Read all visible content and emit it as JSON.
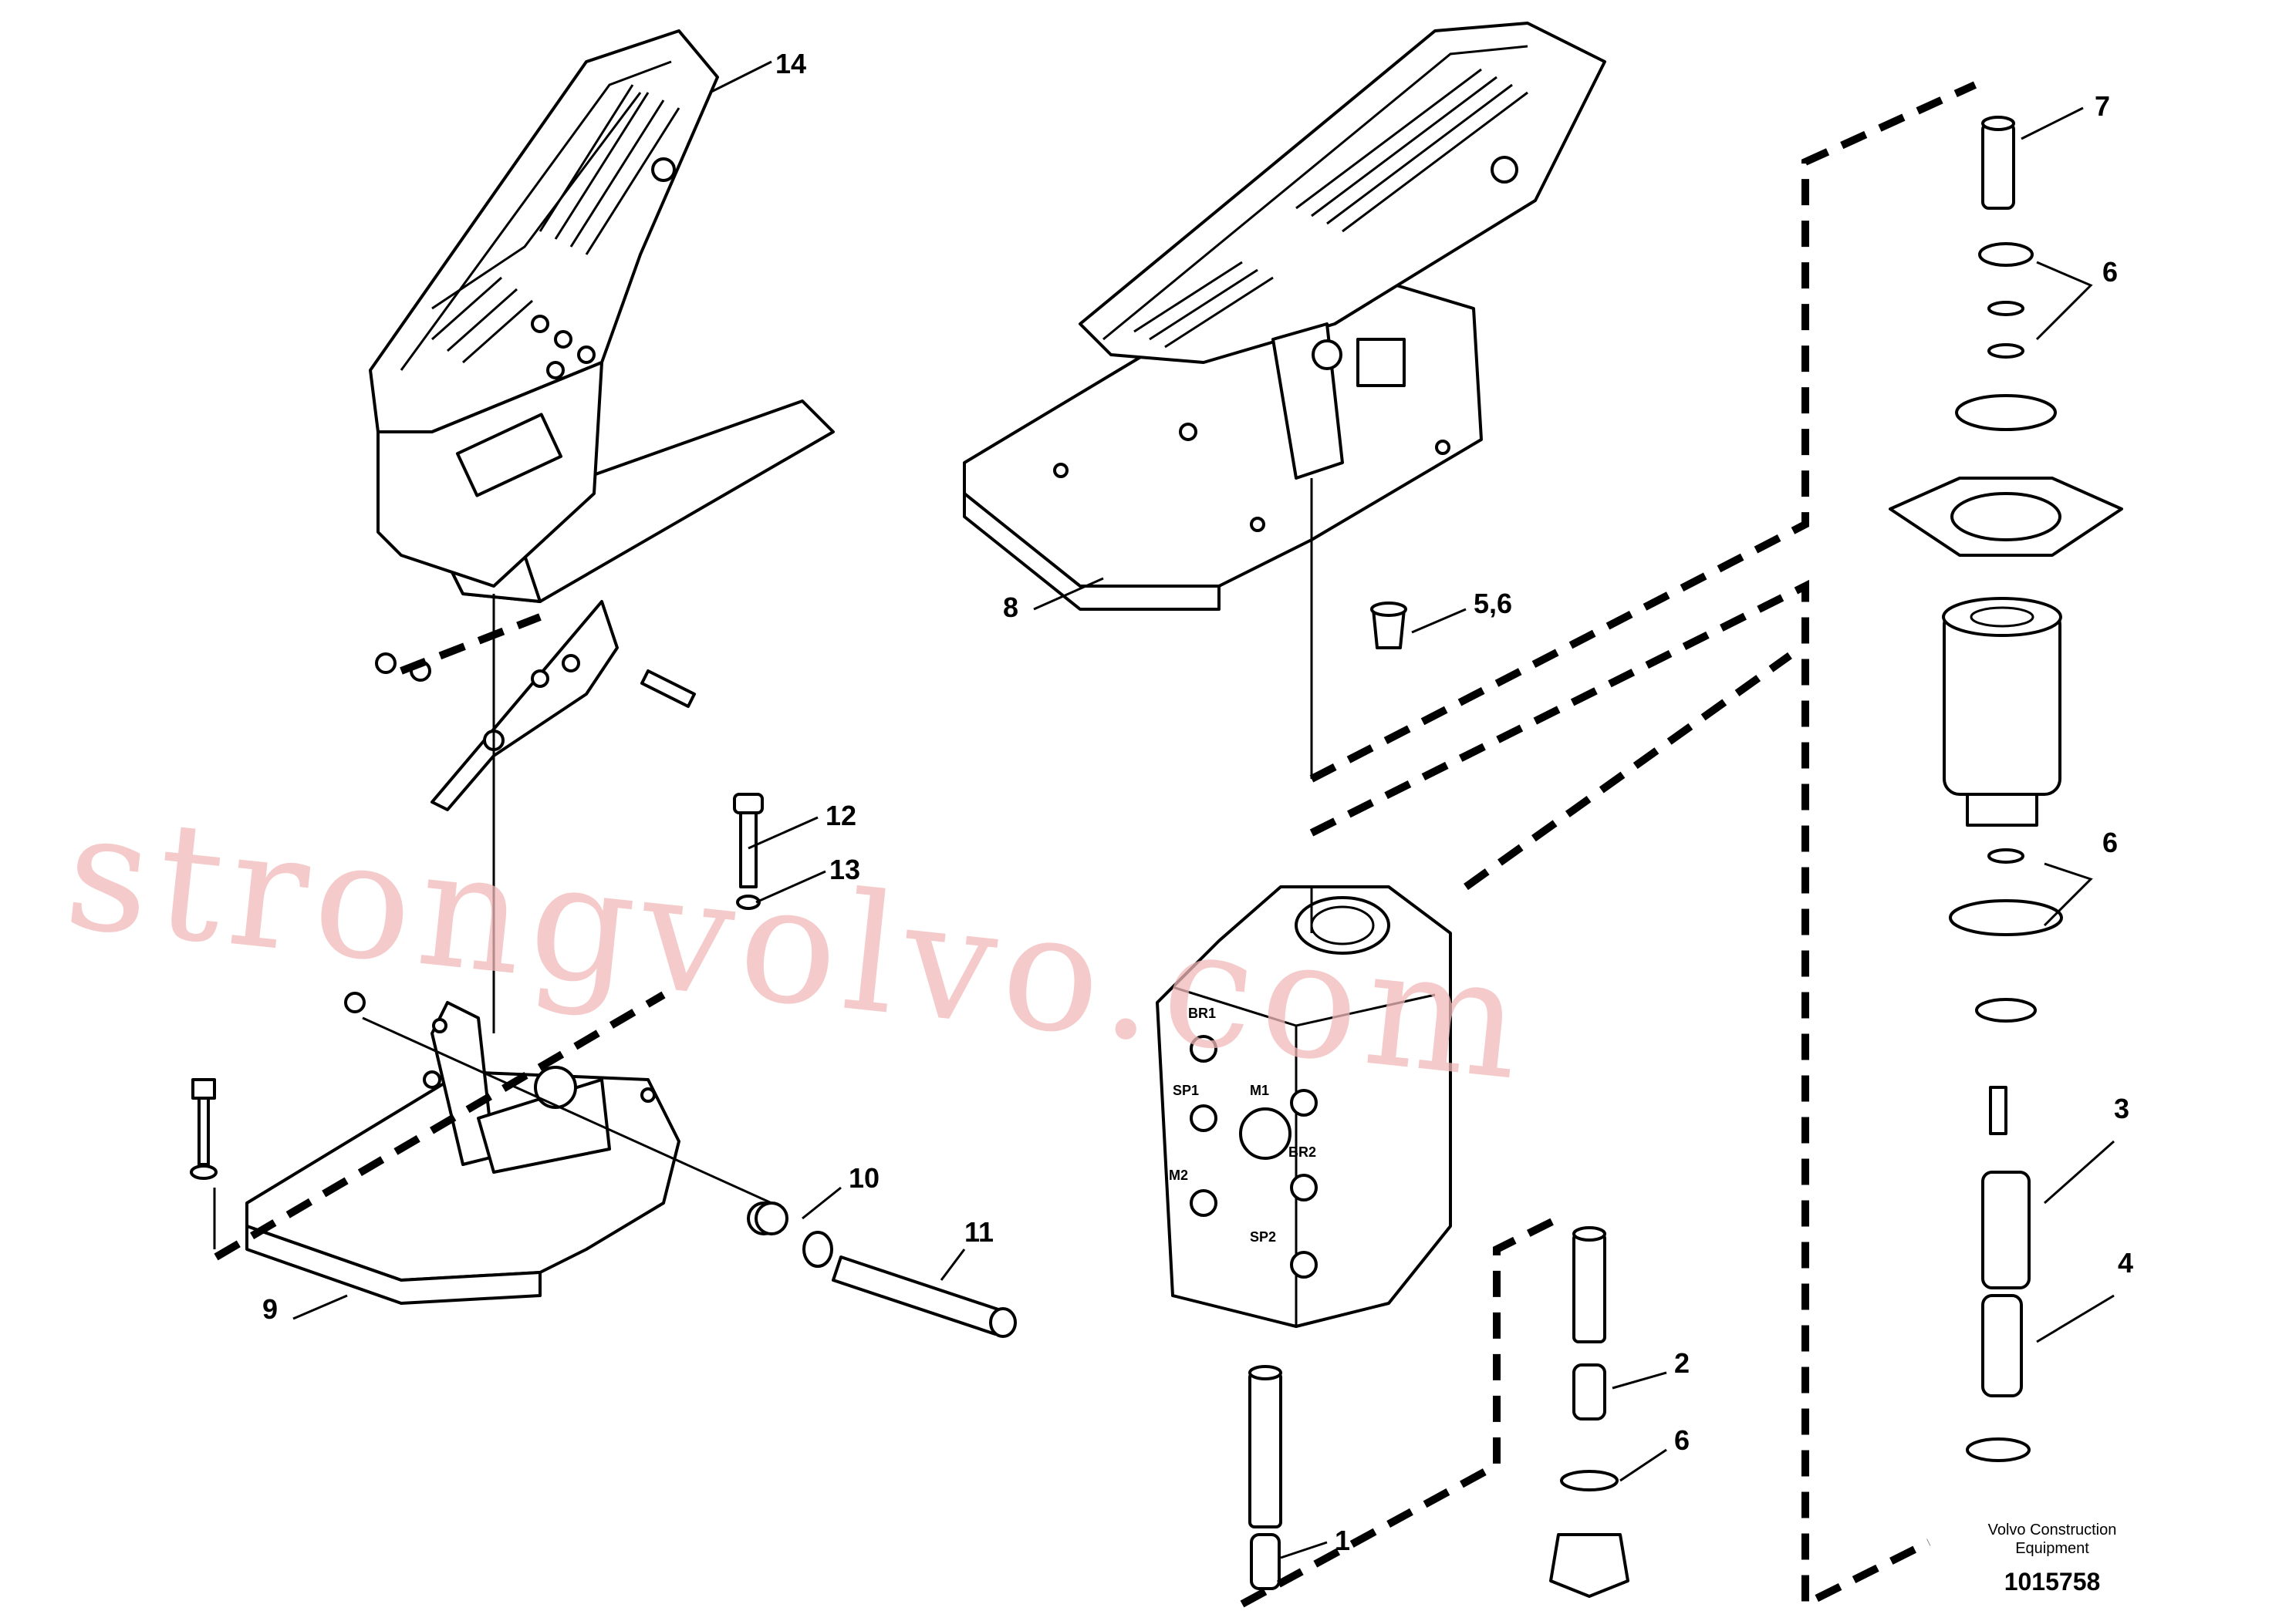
{
  "callouts": {
    "c1": "1",
    "c2": "2",
    "c3": "3",
    "c4": "4",
    "c56": "5,6",
    "c6a": "6",
    "c6b": "6",
    "c6c": "6",
    "c7": "7",
    "c8": "8",
    "c9": "9",
    "c10": "10",
    "c11": "11",
    "c12": "12",
    "c13": "13",
    "c14": "14"
  },
  "port_labels": {
    "br1": "BR1",
    "m1": "M1",
    "sp1": "SP1",
    "m2": "M2",
    "br2": "BR2",
    "sp2": "SP2"
  },
  "footer": {
    "line1": "Volvo Construction",
    "line2": "Equipment",
    "code": "1015758"
  },
  "watermark": "strongvolvo.com",
  "colors": {
    "line": "#000000",
    "watermark": "#f2b8b8",
    "background": "#ffffff"
  }
}
